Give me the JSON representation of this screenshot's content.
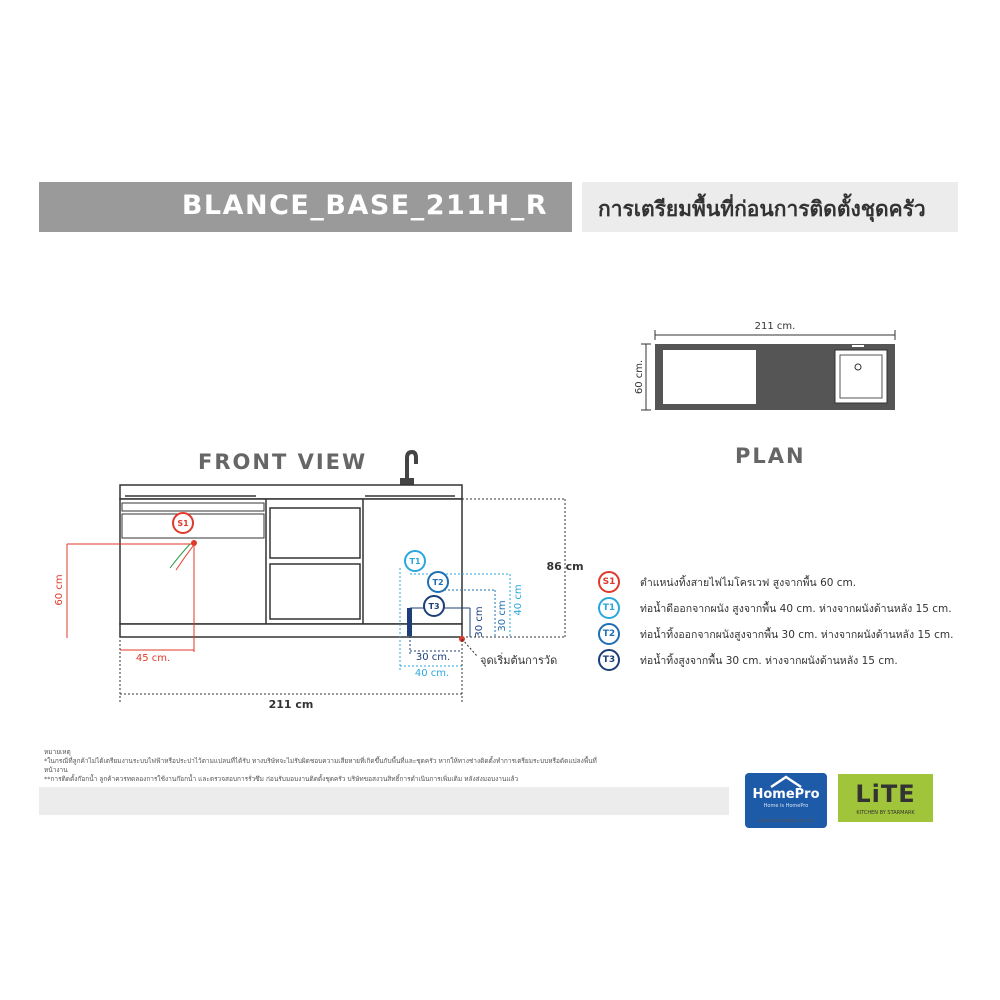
{
  "header": {
    "title": "BLANCE_BASE_211H_R",
    "subtitle": "การเตรียมพื้นที่ก่อนการติดตั้งชุดครัว"
  },
  "plan": {
    "label": "PLAN",
    "width_label": "211 cm.",
    "depth_label": "60 cm."
  },
  "front": {
    "label": "FRONT VIEW",
    "height_label": "86 cm",
    "width_label": "211 cm",
    "s1_height_label": "60 cm",
    "s1_offset_label": "45 cm.",
    "t1_height_label": "40 cm",
    "t2_height_label": "30 cm",
    "t3_height_label": "30 cm",
    "t3_offset_label": "30 cm.",
    "t1_offset_label": "40 cm.",
    "origin_label": "จุดเริ่มต้นการวัด",
    "badge_s1": "S1",
    "badge_t1": "T1",
    "badge_t2": "T2",
    "badge_t3": "T3"
  },
  "legend": [
    {
      "code": "S1",
      "text": "ตำแหน่งทิ้งสายไฟไมโครเวฟ สูงจากพื้น 60 cm.",
      "color": "#e0392b"
    },
    {
      "code": "T1",
      "text": "ท่อน้ำดีออกจากผนัง สูงจากพื้น 40 cm. ห่างจากผนังด้านหลัง 15 cm.",
      "color": "#2aa7dc"
    },
    {
      "code": "T2",
      "text": "ท่อน้ำทิ้งออกจากผนังสูงจากพื้น 30 cm. ห่างจากผนังด้านหลัง 15 cm.",
      "color": "#1f6fb2"
    },
    {
      "code": "T3",
      "text": "ท่อน้ำทิ้งสูงจากพื้น 30 cm. ห่างจากผนังด้านหลัง 15 cm.",
      "color": "#1c3f7a"
    }
  ],
  "notes": {
    "heading": "หมายเหตุ",
    "line1": "*ในกรณีที่ลูกค้าไม่ได้เตรียมงานระบบไฟฟ้าหรือประปาไว้ตามแปลนที่ได้รับ ทางบริษัทจะไม่รับผิดชอบความเสียหายที่เกิดขึ้นกับพื้นที่และชุดครัว หากให้ทางช่างติดตั้งทำการเตรียมระบบหรือดัดแปลงพื้นที่หน้างาน",
    "line2": "**การติดตั้งก๊อกน้ำ ลูกค้าควรทดลองการใช้งานก๊อกน้ำ และตรวจสอบการรั่วซึม ก่อนรับมอบงานติดตั้งชุดครัว บริษัทขอสงวนสิทธิ์การดำเนินการเพิ่มเติม หลังส่งมอบงานแล้ว"
  },
  "logos": {
    "homepro_name": "HomePro",
    "homepro_tag": "Home is HomePro",
    "homepro_url": "www.homepro.co.th",
    "lite_name": "LiTE",
    "lite_tag": "KITCHEN BY STARMARK"
  },
  "colors": {
    "title_bar": "#9a9a9a",
    "subtitle_bar": "#ececec",
    "s1": "#e0392b",
    "t1": "#2aa7dc",
    "t2": "#1f6fb2",
    "t3": "#1c3f7a",
    "homepro": "#1d5aa8",
    "lite": "#a0c43a"
  }
}
